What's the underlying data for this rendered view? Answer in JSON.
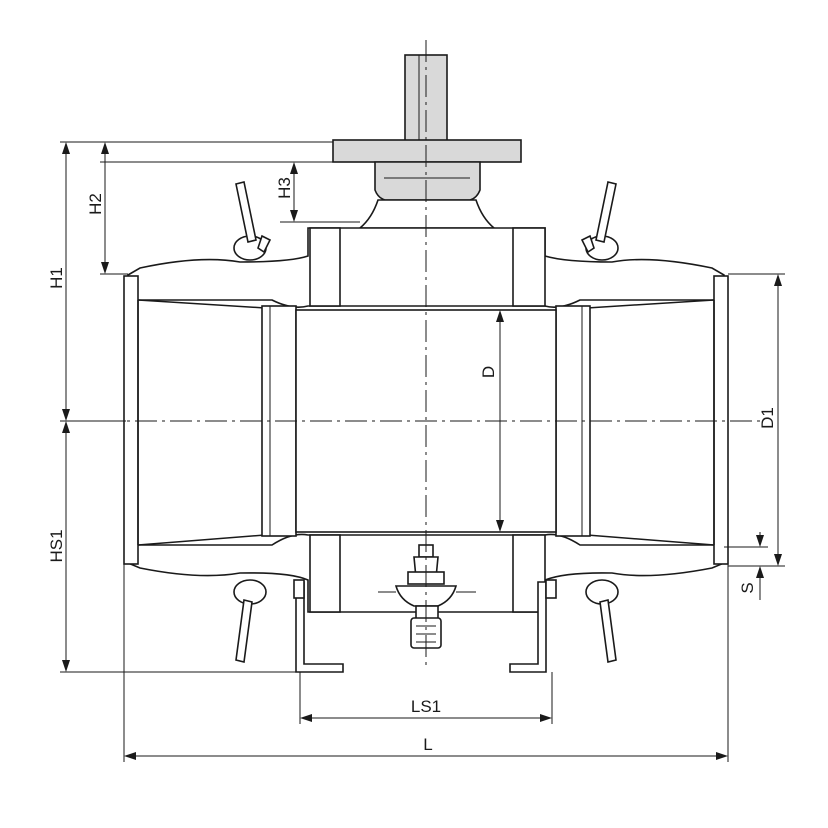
{
  "diagram": {
    "labels": {
      "L": "L",
      "LS1": "LS1",
      "H1": "H1",
      "H2": "H2",
      "H3": "H3",
      "HS1": "HS1",
      "D": "D",
      "D1": "D1",
      "S": "S"
    },
    "colors": {
      "line": "#1a1a1a",
      "stem_fill": "#d9d9d9",
      "background": "#ffffff"
    }
  }
}
